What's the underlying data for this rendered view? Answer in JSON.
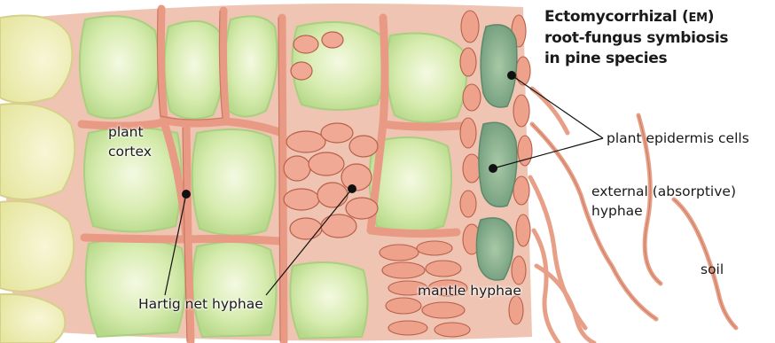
{
  "title": {
    "line1_pre": "Ectomycorrhizal (",
    "line1_abbr": "EM",
    "line1_post": ")",
    "line2": "root-fungus symbiosis",
    "line3": "in pine species"
  },
  "labels": {
    "plant_cortex_1": "plant",
    "plant_cortex_2": "cortex",
    "epidermis": "plant epidermis cells",
    "external_1": "external (absorptive)",
    "external_2": "hyphae",
    "soil": "soil",
    "mantle": "mantle hyphae",
    "hartig": "Hartig net hyphae"
  },
  "colors": {
    "plant_cell_green": "#cfe6a6",
    "plant_cell_light": "#eef6d8",
    "hypha_pink": "#efa58f",
    "hypha_outline": "#b8604a",
    "epidermis_teal": "#7fa98a",
    "cortex_yellow": "#f2efb8"
  }
}
